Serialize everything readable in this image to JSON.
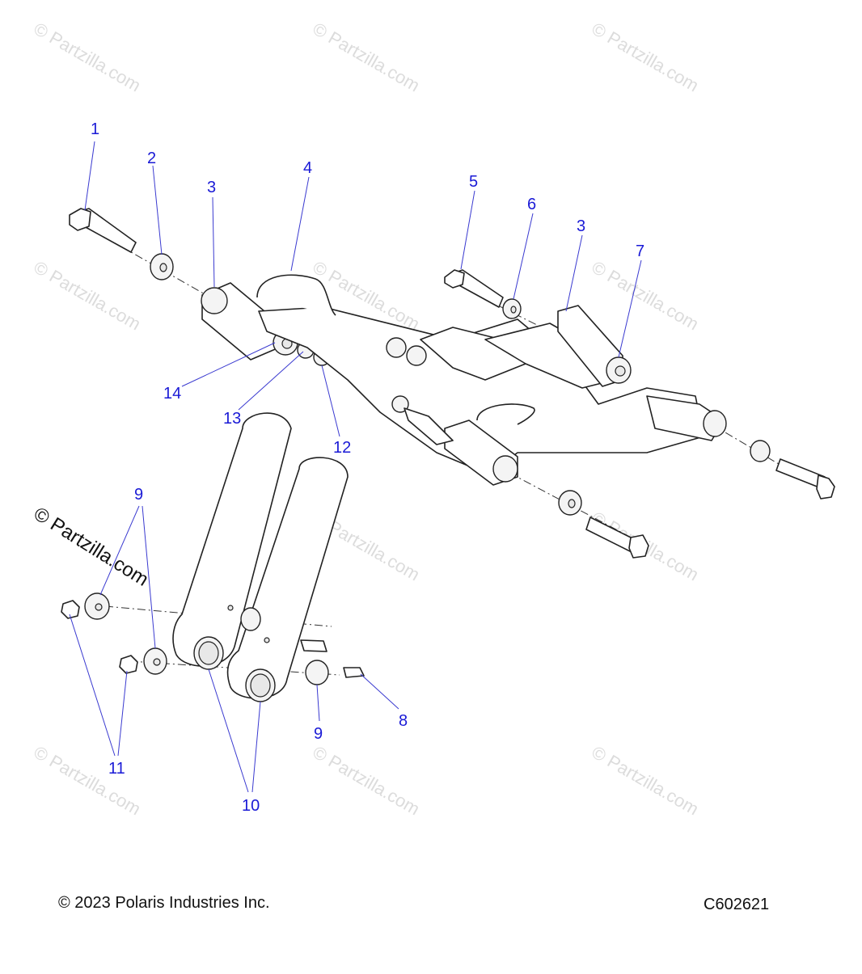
{
  "watermark": {
    "text": "© Partzilla.com"
  },
  "callouts": [
    "1",
    "2",
    "3",
    "4",
    "5",
    "6",
    "3",
    "7",
    "14",
    "13",
    "12",
    "9",
    "9",
    "8",
    "11",
    "10"
  ],
  "footer": {
    "copyright": "© 2023 Polaris Industries Inc.",
    "diagram_code": "C602621"
  }
}
